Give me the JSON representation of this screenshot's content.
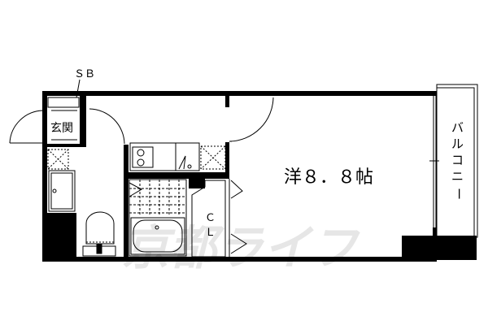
{
  "floorplan": {
    "labels": {
      "shoe_box": "ＳＢ",
      "entrance": "玄関",
      "room": "洋８．８帖",
      "closet_c": "Ｃ",
      "closet_l": "Ｌ",
      "balcony": [
        "バ",
        "ル",
        "コ",
        "ニ",
        "ー"
      ]
    },
    "watermark": "京都ライフ",
    "colors": {
      "wall": "#000000",
      "background": "#ffffff",
      "watermark": "#e6e6e6"
    }
  }
}
